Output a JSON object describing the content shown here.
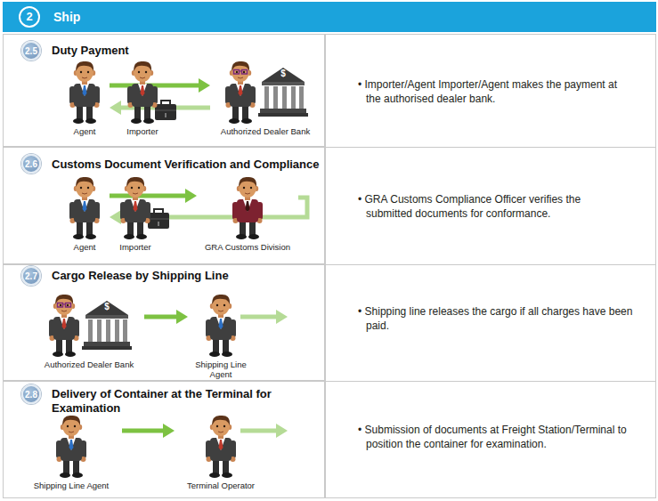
{
  "diagram": {
    "nodes": [
      {
        "text": [
          "Ship"
        ]
      },
      {
        "text": [
          "2"
        ],
        "in": 0
      },
      {
        "text": [
          "Duty Payment"
        ]
      },
      {
        "text": [
          "2.5"
        ],
        "in": 2
      },
      {
        "text": [
          "Agent"
        ],
        "in": 2
      },
      {
        "text": [
          "Importer"
        ],
        "in": 2
      },
      {
        "text": [
          "Authorized Dealer Bank"
        ],
        "in": 2
      },
      {
        "text": [
          "Customs Document Verification and Compliance"
        ]
      },
      {
        "text": [
          "2.6"
        ],
        "in": 7
      },
      {
        "text": [
          "Agent"
        ],
        "in": 7
      },
      {
        "text": [
          "Importer"
        ],
        "in": 7
      },
      {
        "text": [
          "GRA Customs Division"
        ],
        "in": 7
      },
      {
        "text": [
          "Cargo Release by Shipping Line"
        ]
      },
      {
        "text": [
          "2.7"
        ],
        "in": 12
      },
      {
        "text": [
          "Authorized Dealer Bank"
        ],
        "in": 12
      },
      {
        "text": [
          "Shipping Line Agent"
        ],
        "in": 12
      },
      {
        "text": [
          "Delivery of Container at the Terminal for Examination"
        ]
      },
      {
        "text": [
          "2.8"
        ],
        "in": 16
      },
      {
        "text": [
          "Shipping Line Agent"
        ],
        "in": 16
      },
      {
        "text": [
          "Terminal Operator"
        ],
        "in": 16
      }
    ],
    "edges": [
      {
        "from": 4,
        "to": 6,
        "arrow": "to"
      },
      {
        "from": 6,
        "to": 4,
        "arrow": "to"
      },
      {
        "from": 9,
        "to": 11,
        "arrow": "to"
      },
      {
        "from": 11,
        "to": 9,
        "arrow": "to"
      },
      {
        "from": 14,
        "to": 15,
        "arrow": "to"
      },
      {
        "from": 18,
        "to": 19,
        "arrow": "to"
      }
    ],
    "labels": [
      "$",
      "• Importer/Agent Importer/Agent makes the payment at the authorised dealer bank.",
      "• GRA Customs Compliance Officer verifies the submitted documents for conformance.",
      "$",
      "• Shipping line releases the cargo if all charges have been paid.",
      "• Submission of documents at Freight Station/Terminal to position the container for examination."
    ]
  }
}
